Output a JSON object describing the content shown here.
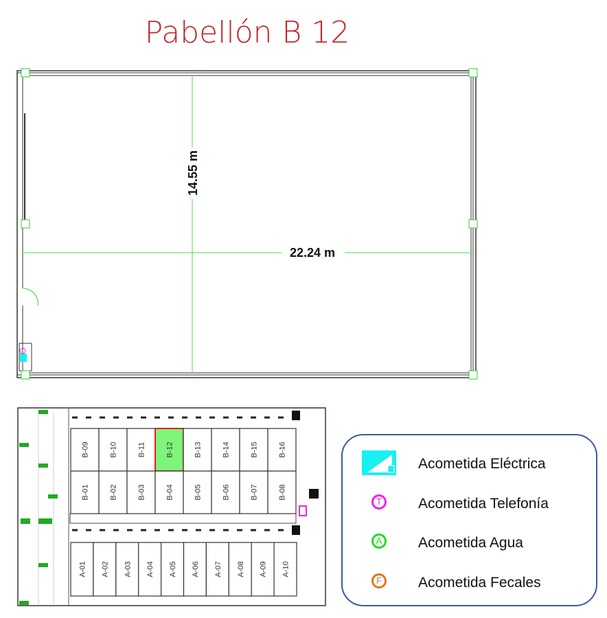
{
  "title": "Pabellón B 12",
  "plan": {
    "width_label": "22.24 m",
    "height_label": "14.55 m"
  },
  "site": {
    "highlighted_unit": "B-12",
    "highlight_color": "#7ef57a",
    "row_b_top": [
      "B-09",
      "B-10",
      "B-11",
      "B-12",
      "B-13",
      "B-14",
      "B-15",
      "B-16"
    ],
    "row_b_bottom": [
      "B-01",
      "B-02",
      "B-03",
      "B-04",
      "B-05",
      "B-06",
      "B-07",
      "B-08"
    ],
    "row_a": [
      "A-01",
      "A-02",
      "A-03",
      "A-04",
      "A-05",
      "A-06",
      "A-07",
      "A-08",
      "A-09",
      "A-10"
    ]
  },
  "legend": {
    "items": [
      {
        "label": "Acometida Eléctrica",
        "icon": "electric-icon",
        "color": "#19f0f0"
      },
      {
        "label": "Acometida Telefonía",
        "icon": "T",
        "color": "#ee22ee"
      },
      {
        "label": "Acometida Agua",
        "icon": "A",
        "color": "#22dd22"
      },
      {
        "label": "Acometida Fecales",
        "icon": "F",
        "color": "#dd7722"
      }
    ]
  }
}
